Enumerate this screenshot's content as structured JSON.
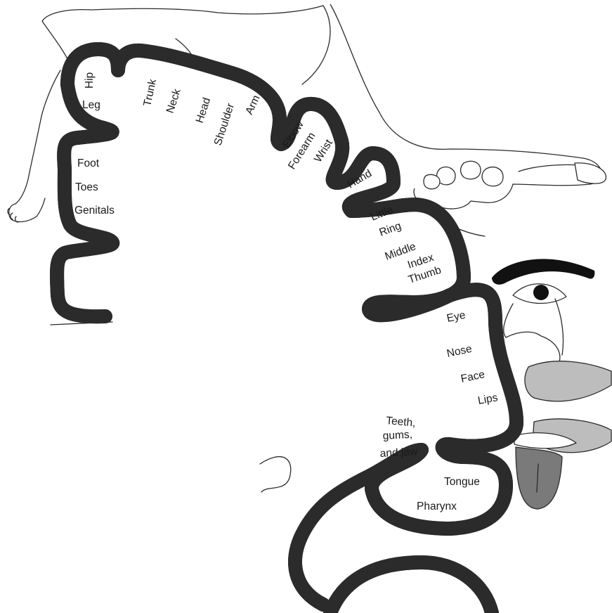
{
  "labels": {
    "hip": "Hip",
    "leg": "Leg",
    "trunk": "Trunk",
    "neck": "Neck",
    "head": "Head",
    "shoulder": "Shoulder",
    "arm": "Arm",
    "elbow": "Elbow",
    "forearm": "Forearm",
    "wrist": "Wrist",
    "hand": "Hand",
    "little": "Little",
    "ring": "Ring",
    "middle": "Middle",
    "index": "Index",
    "thumb": "Thumb",
    "foot": "Foot",
    "toes": "Toes",
    "genitals": "Genitals",
    "eye": "Eye",
    "nose": "Nose",
    "face": "Face",
    "lips": "Lips",
    "teeth_1": "Teeth,",
    "teeth_2": "gums,",
    "teeth_3": "and jaw",
    "tongue": "Tongue",
    "pharynx": "Pharynx"
  },
  "colors": {
    "cortex_band": "#a6a6a6",
    "outline": "#2b2b2b",
    "eyebrow": "#111111",
    "lips": "#bdbdbd",
    "tongue": "#7a7a7a"
  }
}
